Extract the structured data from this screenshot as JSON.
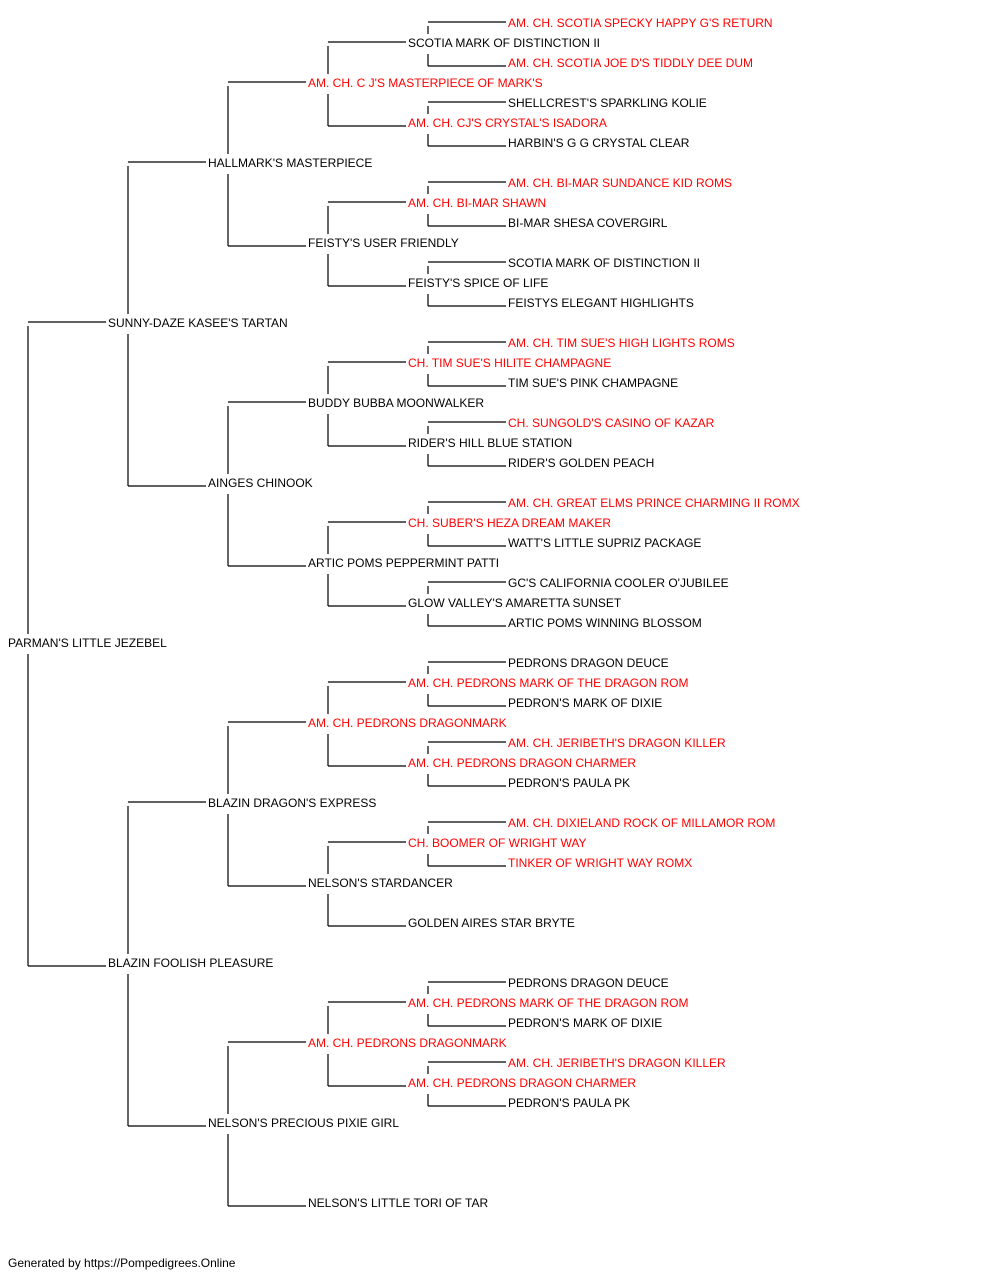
{
  "colors": {
    "champion": "#ff0000",
    "regular": "#000000",
    "line": "#000000"
  },
  "footer": "Generated by https://Pompedigrees.Online",
  "pedigree": {
    "name": "PARMAN'S LITTLE JEZEBEL",
    "champion": false,
    "sire": {
      "name": "SUNNY-DAZE KASEE'S TARTAN",
      "champion": false,
      "sire": {
        "name": "HALLMARK'S MASTERPIECE",
        "champion": false,
        "sire": {
          "name": "AM. CH. C J'S MASTERPIECE OF MARK'S",
          "champion": true,
          "sire": {
            "name": "SCOTIA MARK OF DISTINCTION II",
            "champion": false,
            "sire": {
              "name": "AM. CH. SCOTIA SPECKY HAPPY G'S RETURN",
              "champion": true
            },
            "dam": {
              "name": "AM. CH. SCOTIA JOE D'S TIDDLY DEE DUM",
              "champion": true
            }
          },
          "dam": {
            "name": "AM. CH. CJ'S CRYSTAL'S ISADORA",
            "champion": true,
            "sire": {
              "name": "SHELLCREST'S SPARKLING KOLIE",
              "champion": false
            },
            "dam": {
              "name": "HARBIN'S G G CRYSTAL CLEAR",
              "champion": false
            }
          }
        },
        "dam": {
          "name": "FEISTY'S USER FRIENDLY",
          "champion": false,
          "sire": {
            "name": "AM. CH. BI-MAR SHAWN",
            "champion": true,
            "sire": {
              "name": "AM. CH. BI-MAR SUNDANCE KID ROMS",
              "champion": true
            },
            "dam": {
              "name": "BI-MAR SHESA COVERGIRL",
              "champion": false
            }
          },
          "dam": {
            "name": "FEISTY'S SPICE OF LIFE",
            "champion": false,
            "sire": {
              "name": "SCOTIA MARK OF DISTINCTION II",
              "champion": false
            },
            "dam": {
              "name": "FEISTYS ELEGANT HIGHLIGHTS",
              "champion": false
            }
          }
        }
      },
      "dam": {
        "name": "AINGES CHINOOK",
        "champion": false,
        "sire": {
          "name": "BUDDY BUBBA MOONWALKER",
          "champion": false,
          "sire": {
            "name": "CH. TIM SUE'S HILITE CHAMPAGNE",
            "champion": true,
            "sire": {
              "name": "AM. CH. TIM SUE'S HIGH LIGHTS ROMS",
              "champion": true
            },
            "dam": {
              "name": "TIM SUE'S PINK CHAMPAGNE",
              "champion": false
            }
          },
          "dam": {
            "name": "RIDER'S HILL BLUE STATION",
            "champion": false,
            "sire": {
              "name": "CH. SUNGOLD'S CASINO OF KAZAR",
              "champion": true
            },
            "dam": {
              "name": "RIDER'S GOLDEN PEACH",
              "champion": false
            }
          }
        },
        "dam": {
          "name": "ARTIC POMS PEPPERMINT PATTI",
          "champion": false,
          "sire": {
            "name": "CH. SUBER'S HEZA DREAM MAKER",
            "champion": true,
            "sire": {
              "name": "AM. CH. GREAT ELMS PRINCE CHARMING II ROMX",
              "champion": true
            },
            "dam": {
              "name": "WATT'S LITTLE SUPRIZ PACKAGE",
              "champion": false
            }
          },
          "dam": {
            "name": "GLOW VALLEY'S AMARETTA SUNSET",
            "champion": false,
            "sire": {
              "name": "GC'S CALIFORNIA COOLER O'JUBILEE",
              "champion": false
            },
            "dam": {
              "name": "ARTIC POMS WINNING BLOSSOM",
              "champion": false
            }
          }
        }
      }
    },
    "dam": {
      "name": "BLAZIN FOOLISH PLEASURE",
      "champion": false,
      "sire": {
        "name": "BLAZIN DRAGON'S EXPRESS",
        "champion": false,
        "sire": {
          "name": "AM. CH. PEDRONS DRAGONMARK",
          "champion": true,
          "sire": {
            "name": "AM. CH. PEDRONS MARK OF THE DRAGON ROM",
            "champion": true,
            "sire": {
              "name": "PEDRONS DRAGON DEUCE",
              "champion": false
            },
            "dam": {
              "name": "PEDRON'S MARK OF DIXIE",
              "champion": false
            }
          },
          "dam": {
            "name": "AM. CH. PEDRONS DRAGON CHARMER",
            "champion": true,
            "sire": {
              "name": "AM. CH. JERIBETH'S DRAGON KILLER",
              "champion": true
            },
            "dam": {
              "name": "PEDRON'S PAULA PK",
              "champion": false
            }
          }
        },
        "dam": {
          "name": "NELSON'S STARDANCER",
          "champion": false,
          "sire": {
            "name": "CH. BOOMER OF WRIGHT WAY",
            "champion": true,
            "sire": {
              "name": "AM. CH. DIXIELAND ROCK OF MILLAMOR ROM",
              "champion": true
            },
            "dam": {
              "name": "TINKER OF WRIGHT WAY ROMX",
              "champion": true
            }
          },
          "dam": {
            "name": "GOLDEN AIRES STAR BRYTE",
            "champion": false
          }
        }
      },
      "dam": {
        "name": "NELSON'S PRECIOUS PIXIE GIRL",
        "champion": false,
        "sire": {
          "name": "AM. CH. PEDRONS DRAGONMARK",
          "champion": true,
          "sire": {
            "name": "AM. CH. PEDRONS MARK OF THE DRAGON ROM",
            "champion": true,
            "sire": {
              "name": "PEDRONS DRAGON DEUCE",
              "champion": false
            },
            "dam": {
              "name": "PEDRON'S MARK OF DIXIE",
              "champion": false
            }
          },
          "dam": {
            "name": "AM. CH. PEDRONS DRAGON CHARMER",
            "champion": true,
            "sire": {
              "name": "AM. CH. JERIBETH'S DRAGON KILLER",
              "champion": true
            },
            "dam": {
              "name": "PEDRON'S PAULA PK",
              "champion": false
            }
          }
        },
        "dam": {
          "name": "NELSON'S LITTLE TORI OF TAR",
          "champion": false
        }
      }
    }
  }
}
